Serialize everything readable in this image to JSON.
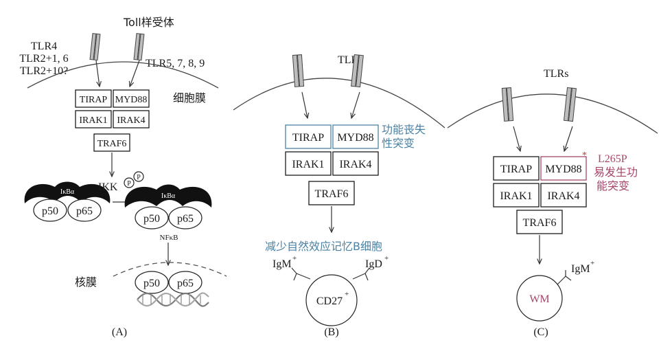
{
  "panel_a": {
    "title": "Toll样受体",
    "tlr_left": [
      "TLR4",
      "TLR2+1, 6",
      "TLR2+10?"
    ],
    "tlr_right": "TLR5, 7, 8, 9",
    "membrane": "细胞膜",
    "tirap": "TIRAP",
    "myd88": "MYD88",
    "irak1": "IRAK1",
    "irak4": "IRAK4",
    "traf6": "TRAF6",
    "ikba_left": "IκBα",
    "ikba_right": "IκBα",
    "p_left": "P",
    "p_right": "P",
    "ikk": "IKK",
    "p50_a": "p50",
    "p65_a": "p65",
    "p50_b": "p50",
    "p65_b": "p65",
    "nfkb": "NFκB",
    "nuclear": "核膜",
    "p50_c": "p50",
    "p65_c": "p65",
    "label": "(A)"
  },
  "panel_b": {
    "tlrs": "TLRs",
    "tirap": "TIRAP",
    "myd88": "MYD88",
    "mutation": [
      "功能丧失",
      "性突变"
    ],
    "irak1": "IRAK1",
    "irak4": "IRAK4",
    "traf6": "TRAF6",
    "reduce": "减少自然效应记忆B细胞",
    "igm": "IgM",
    "igd": "IgD",
    "plus": "+",
    "cd27": "CD27",
    "label": "(B)"
  },
  "panel_c": {
    "tlrs": "TLRs",
    "tirap": "TIRAP",
    "myd88": "MYD88",
    "star": "*",
    "mutation": [
      "L265P",
      "易发生功",
      "能突变"
    ],
    "irak1": "IRAK1",
    "irak4": "IRAK4",
    "traf6": "TRAF6",
    "igm": "IgM",
    "plus": "+",
    "wm": "WM",
    "label": "(C)"
  },
  "colors": {
    "blue": "#4a82a4",
    "red": "#a4466a",
    "ink": "#1a1a1a"
  }
}
